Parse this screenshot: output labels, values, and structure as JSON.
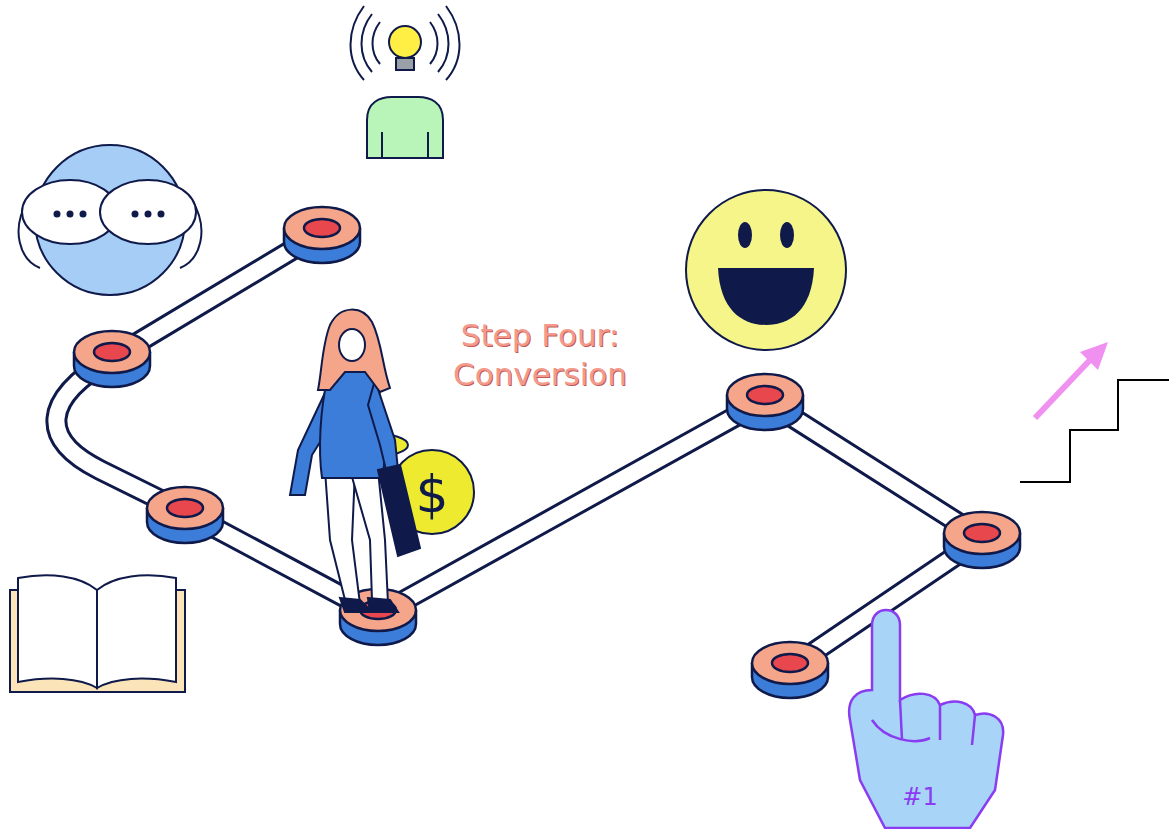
{
  "diagram": {
    "labels": [
      "Step Four: Conversion",
      "$",
      "#1"
    ]
  }
}
